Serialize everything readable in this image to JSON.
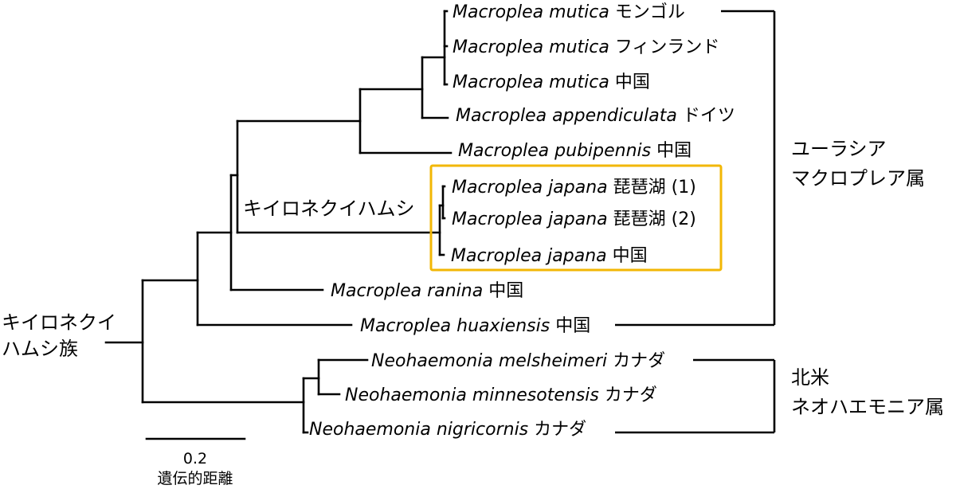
{
  "taxa": [
    {
      "genus": "Macroplea",
      "epithet": "mutica",
      "locality": "モンゴル"
    },
    {
      "genus": "Macroplea",
      "epithet": "mutica",
      "locality": "フィンランド"
    },
    {
      "genus": "Macroplea",
      "epithet": "mutica",
      "locality": "中国"
    },
    {
      "genus": "Macroplea",
      "epithet": "appendiculata",
      "locality": "ドイツ"
    },
    {
      "genus": "Macroplea",
      "epithet": "pubipennis",
      "locality": "中国"
    },
    {
      "genus": "Macroplea",
      "epithet": "japana",
      "locality": "琵琶湖 (1)"
    },
    {
      "genus": "Macroplea",
      "epithet": "japana",
      "locality": "琵琶湖 (2)"
    },
    {
      "genus": "Macroplea",
      "epithet": "japana",
      "locality": "中国"
    },
    {
      "genus": "Macroplea",
      "epithet": "ranina",
      "locality": "中国"
    },
    {
      "genus": "Macroplea",
      "epithet": "huaxiensis",
      "locality": "中国"
    },
    {
      "genus": "Neohaemonia",
      "epithet": "melsheimeri",
      "locality": "カナダ"
    },
    {
      "genus": "Neohaemonia",
      "epithet": "minnesotensis",
      "locality": "カナダ"
    },
    {
      "genus": "Neohaemonia",
      "epithet": "nigricornis",
      "locality": "カナダ"
    }
  ],
  "labels": {
    "japana_clade": "キイロネクイハムシ",
    "root_line1": "キイロネクイ",
    "root_line2": "ハムシ族",
    "eurasia_line1": "ユーラシア",
    "eurasia_line2": "マクロプレア属",
    "na_line1": "北米",
    "na_line2": "ネオハエモニア属"
  },
  "scale_bar": {
    "value": "0.2",
    "unit": "遺伝的距離"
  },
  "colors": {
    "highlight": "#f2b705",
    "line": "#000000"
  }
}
